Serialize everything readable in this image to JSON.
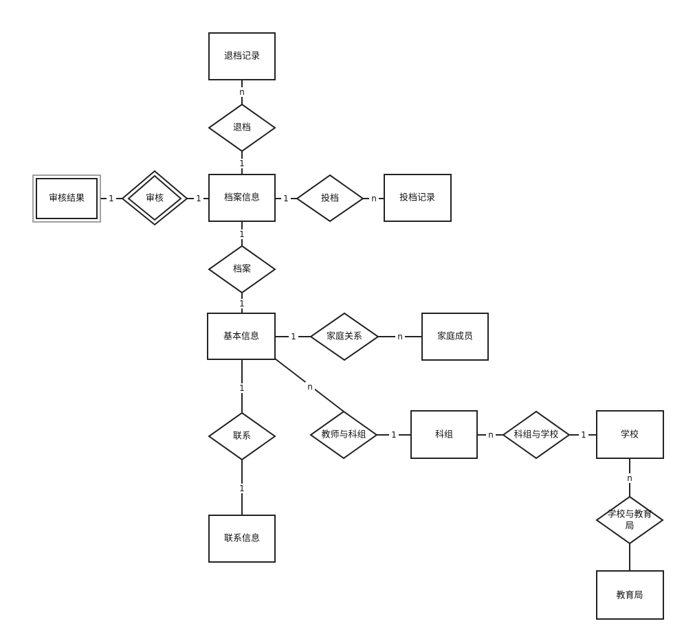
{
  "entities": {
    "tuidang_jilu": "退档记录",
    "dangan_xinxi": "档案信息",
    "shenhe_jieguo": "审核结果",
    "toudang_jilu": "投档记录",
    "jiben_xinxi": "基本信息",
    "jiating_chengyuan": "家庭成员",
    "lianxi_xinxi": "联系信息",
    "kezu": "科组",
    "xuexiao": "学校",
    "jiaoyuju": "教育局"
  },
  "relationships": {
    "tuidang": "退档",
    "shenhe": "审核",
    "toudang": "投档",
    "dangan": "档案",
    "jiating_guanxi": "家庭关系",
    "lianxi": "联系",
    "jiaoshi_kezu": "教师与科组",
    "kezu_xuexiao": "科组与学校",
    "xuexiao_jiaoyuju_line1": "学校与教育",
    "xuexiao_jiaoyuju_line2": "局"
  },
  "cardinalities": {
    "tuidang_record_side": "n",
    "tuidang_archive_side": "1",
    "shenhe_result_side": "1",
    "shenhe_archive_side": "1",
    "toudang_archive_side": "1",
    "toudang_record_side": "n",
    "dangan_archive_side": "1",
    "dangan_basic_side": "1",
    "family_basic_side": "1",
    "family_member_side": "n",
    "jiaoshi_basic_side": "n",
    "jiaoshi_kezu_side": "1",
    "lianxi_basic_side": "1",
    "lianxi_info_side": "1",
    "kx_kezu_side": "n",
    "kx_school_side": "1",
    "sj_school_side": "n"
  }
}
